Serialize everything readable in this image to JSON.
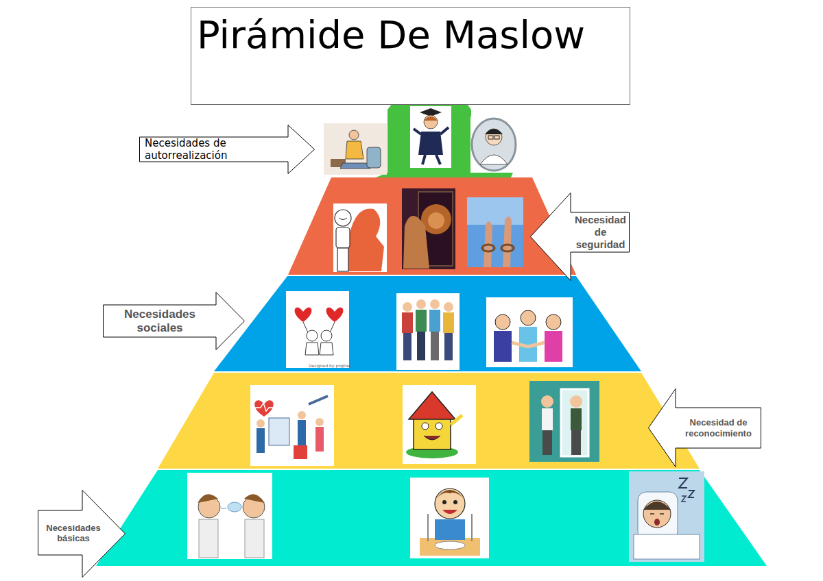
{
  "diagram": {
    "title": "Pirámide De Maslow",
    "nodes": [
      {
        "text": [
          "Necesidades de autorrealización"
        ]
      },
      {
        "text": [
          "Necesidad de seguridad"
        ]
      },
      {
        "text": [
          "Necesidades sociales"
        ]
      },
      {
        "text": [
          "Necesidad de reconocimiento"
        ]
      },
      {
        "text": [
          "Necesidades básicas"
        ]
      }
    ],
    "labels": [
      "Designed by pngtree"
    ]
  }
}
